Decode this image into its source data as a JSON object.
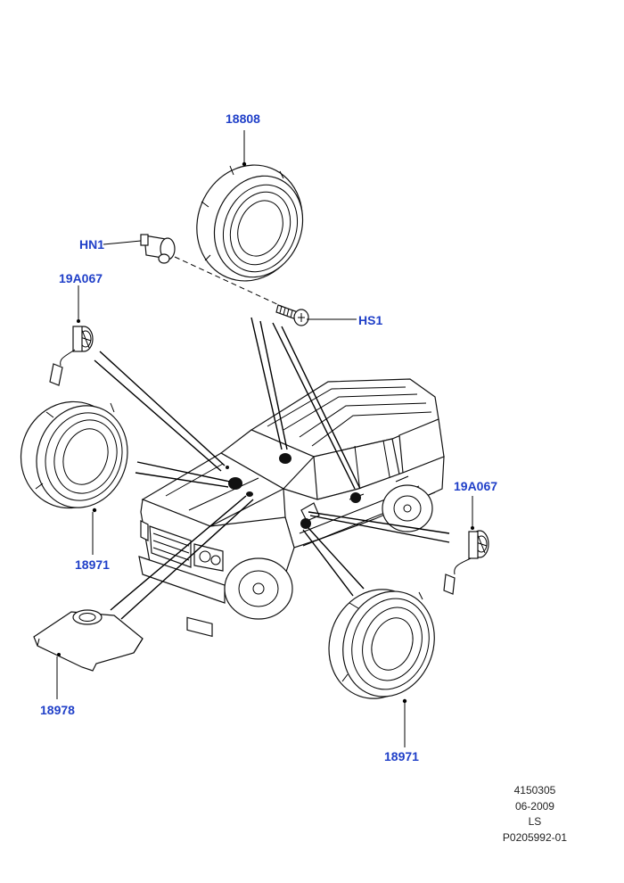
{
  "diagram": {
    "accent_color": "#1f3fc8",
    "callouts": {
      "c18808": "18808",
      "hn1": "HN1",
      "c19a067_left": "19A067",
      "hs1": "HS1",
      "c18971_left": "18971",
      "c19a067_right": "19A067",
      "c18971_right": "18971",
      "c18978": "18978"
    },
    "reference": {
      "number": "4150305",
      "date": "06-2009",
      "code": "LS",
      "part_ref": "P0205992-01"
    },
    "icons": [
      "speaker-icon",
      "tweeter-icon",
      "connector-icon",
      "screw-icon",
      "vehicle-icon",
      "grille-cover-icon"
    ]
  }
}
